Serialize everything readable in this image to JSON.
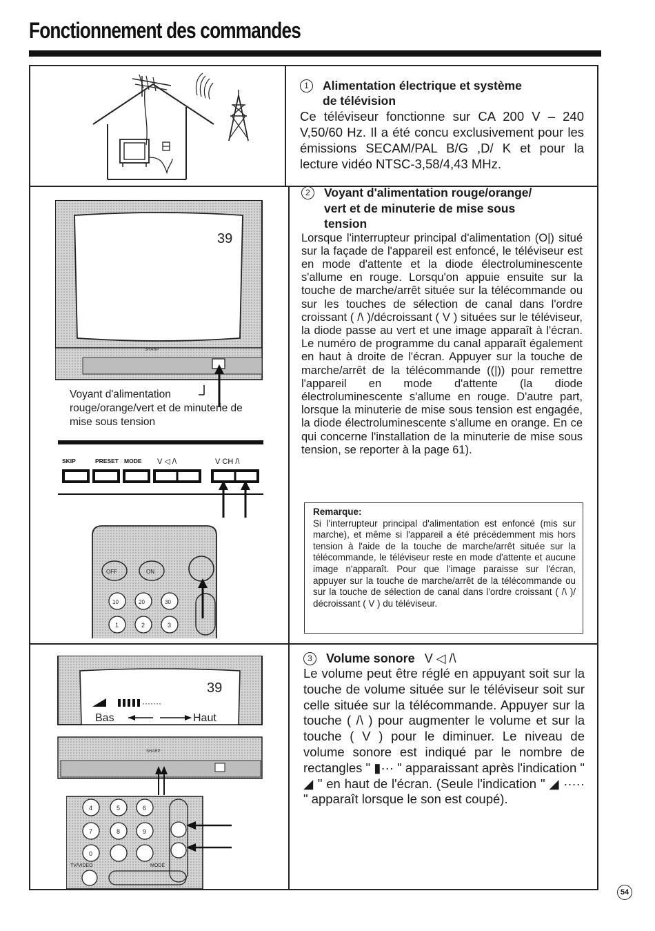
{
  "page": {
    "title": "Fonctionnement des commandes",
    "page_number": "54"
  },
  "section1": {
    "number": "1",
    "heading_line1": "Alimentation électrique et système",
    "heading_line2": "de télévision",
    "body": "Ce téléviseur fonctionne sur CA 200 V – 240 V,50/60 Hz. Il a été concu exclusivement pour les émissions SECAM/PAL B/G ,D/ K et pour la lecture vidéo NTSC-3,58/4,43 MHz."
  },
  "section2": {
    "number": "2",
    "heading_line1": "Voyant d'alimentation rouge/orange/",
    "heading_line2": "vert et de minuterie de mise sous",
    "heading_line3": "tension",
    "body": "Lorsque l'interrupteur principal d'alimentation (O|) situé sur la façade de l'appareil est enfoncé, le téléviseur est en mode d'attente et la diode électroluminescente s'allume en rouge. Lorsqu'on appuie ensuite sur la touche de marche/arrêt située sur la télécommande ou sur les touches de sélection de canal dans l'ordre croissant ( /\\ )/décroissant ( V ) situées sur le téléviseur, la diode passe au vert et une image apparaît à l'écran. Le numéro de programme du canal apparaît également en haut à droite de l'écran. Appuyer sur la touche de marche/arrêt de la télécommande ((|)) pour remettre l'appareil en mode d'attente (la diode électroluminescente s'allume en rouge. D'autre part, lorsque la minuterie de mise sous tension est engagée, la diode électroluminescente s'allume en orange. En ce qui concerne l'installation de la minuterie de mise sous tension, se reporter à la page 61).",
    "note_title": "Remarque:",
    "note_body": "Si l'interrupteur principal d'alimentation est enfoncé (mis sur marche), et même si l'appareil a été précédemment mis hors tension à l'aide de la touche de marche/arrêt située sur la télécommande, le téléviseur reste en mode d'attente et aucune image n'apparaît. Pour que l'image paraisse sur l'écran, appuyer sur la touche de marche/arrêt de la télécommande ou sur la touche de sélection de canal dans l'ordre croissant ( /\\ )/ décroissant ( V ) du téléviseur.",
    "caption": "Voyant d'alimentation rouge/orange/vert et de minuterie de mise sous tension",
    "tv_channel": "39",
    "panel_labels": [
      "SKIP",
      "PRESET",
      "MODE",
      "V ◁ /\\",
      "V CH /\\"
    ],
    "remote_labels": [
      "OFF",
      "ON",
      "10",
      "20",
      "30",
      "1",
      "2",
      "3"
    ]
  },
  "section3": {
    "number": "3",
    "heading": "Volume sonore",
    "heading_symbols": "V ◁ /\\",
    "body": "Le volume peut être réglé en appuyant soit sur la touche de volume située sur le téléviseur soit sur celle située sur la télécommande. Appuyer sur la touche ( /\\ ) pour augmenter le volume et sur la touche ( V ) pour le diminuer. Le niveau de volume sonore est indiqué par le nombre de rectangles \" ▮··· \" apparaissant après l'indication \" ◢ \" en haut de l'écran. (Seule l'indication \" ◢ ····· \" apparaît lorsque le son est coupé).",
    "tv_channel": "39",
    "volume_bas": "Bas",
    "volume_haut": "Haut",
    "remote_labels": [
      "4",
      "5",
      "6",
      "7",
      "8",
      "9",
      "0",
      "TV/VIDEO",
      "MODE"
    ]
  }
}
